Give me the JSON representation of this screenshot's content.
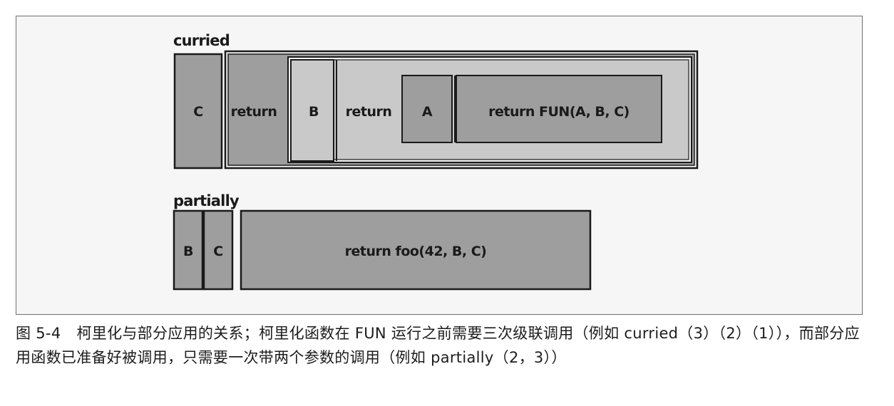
{
  "figure": {
    "curried": {
      "title": "curried",
      "labels": {
        "c": "C",
        "return_outer": "return",
        "b": "B",
        "return_inner": "return",
        "a": "A",
        "return_fun": "return FUN(A, B, C)"
      }
    },
    "partially": {
      "title": "partially",
      "labels": {
        "b": "B",
        "c": "C",
        "return_foo": "return foo(42, B, C)"
      }
    }
  },
  "caption": {
    "number": "图 5-4",
    "text": "柯里化与部分应用的关系；柯里化函数在 FUN 运行之前需要三次级联调用（例如 curried（3）（2）（1）），而部分应用函数已准备好被调用，只需要一次带两个参数的调用（例如 partially（2，3））"
  },
  "colors": {
    "background": "#f6f6f6",
    "dark_box": "#9e9e9e",
    "light_box": "#c9c9c9",
    "outline": "#1a1a1a"
  }
}
